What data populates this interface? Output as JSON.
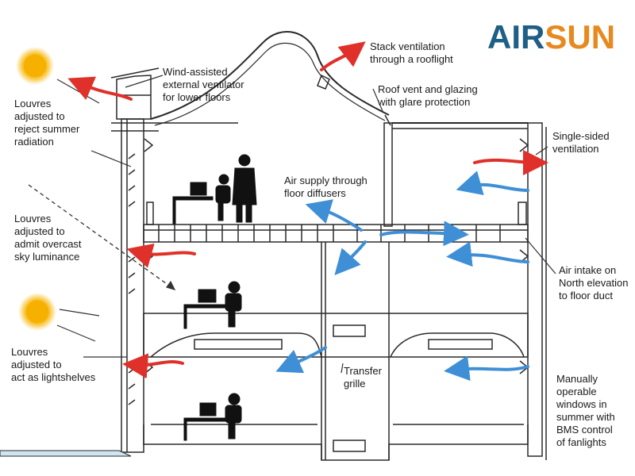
{
  "logo": {
    "part1": "AIR",
    "part2": "SUN",
    "color1": "#1f5f86",
    "color2": "#e8891f"
  },
  "labels": {
    "louvres_reject": "Louvres\nadjusted to\nreject summer\nradiation",
    "wind_assisted": "Wind-assisted\nexternal ventilator\nfor lower floors",
    "stack_ventilation": "Stack ventilation\nthrough a rooflight",
    "roof_vent": "Roof vent and glazing\nwith glare protection",
    "single_sided": "Single-sided\nventilation",
    "air_supply": "Air supply through\nfloor diffusers",
    "louvres_admit": "Louvres\nadjusted to\nadmit overcast\nsky luminance",
    "air_intake": "Air intake on\nNorth elevation\nto floor duct",
    "louvres_lightshelves": "Louvres\nadjusted to\nact as lightshelves",
    "transfer_grille": "Transfer\ngrille",
    "manually_operable": "Manually\noperable\nwindows in\nsummer with\nBMS control\nof fanlights"
  },
  "colors": {
    "warm_arrow": "#e0302a",
    "cool_arrow": "#3f8fd6",
    "sun_core": "#f7b400",
    "sun_glow": "#ffe08a",
    "line": "#2a2a2a",
    "water": "#cfe6f2"
  },
  "icons": [
    "sun-icon",
    "person-icon",
    "computer-icon",
    "desk-icon",
    "arrow-icon"
  ]
}
